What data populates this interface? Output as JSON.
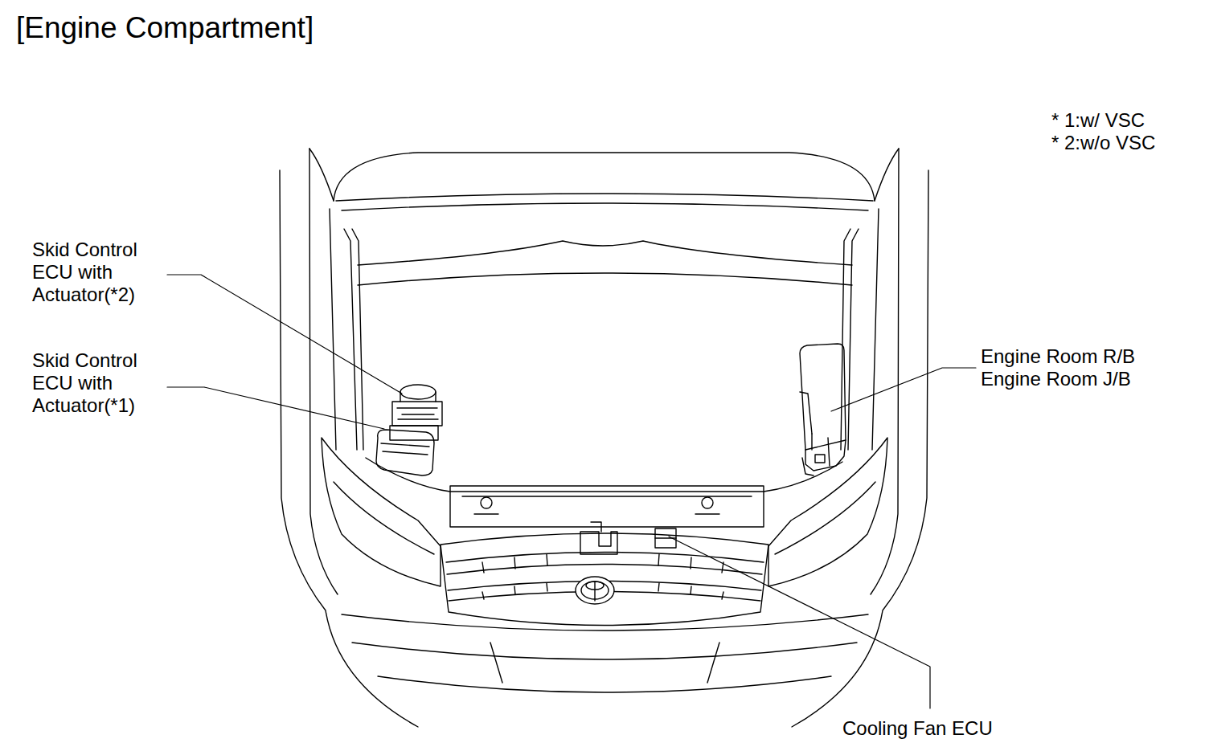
{
  "diagram": {
    "title": "[Engine Compartment]",
    "labels": [
      "* 1:w/ VSC",
      "* 2:w/o VSC",
      "Skid Control ECU with Actuator(*2)",
      "Skid Control ECU with Actuator(*1)",
      "Engine Room R/B",
      "Engine Room J/B",
      "Cooling Fan ECU"
    ]
  }
}
